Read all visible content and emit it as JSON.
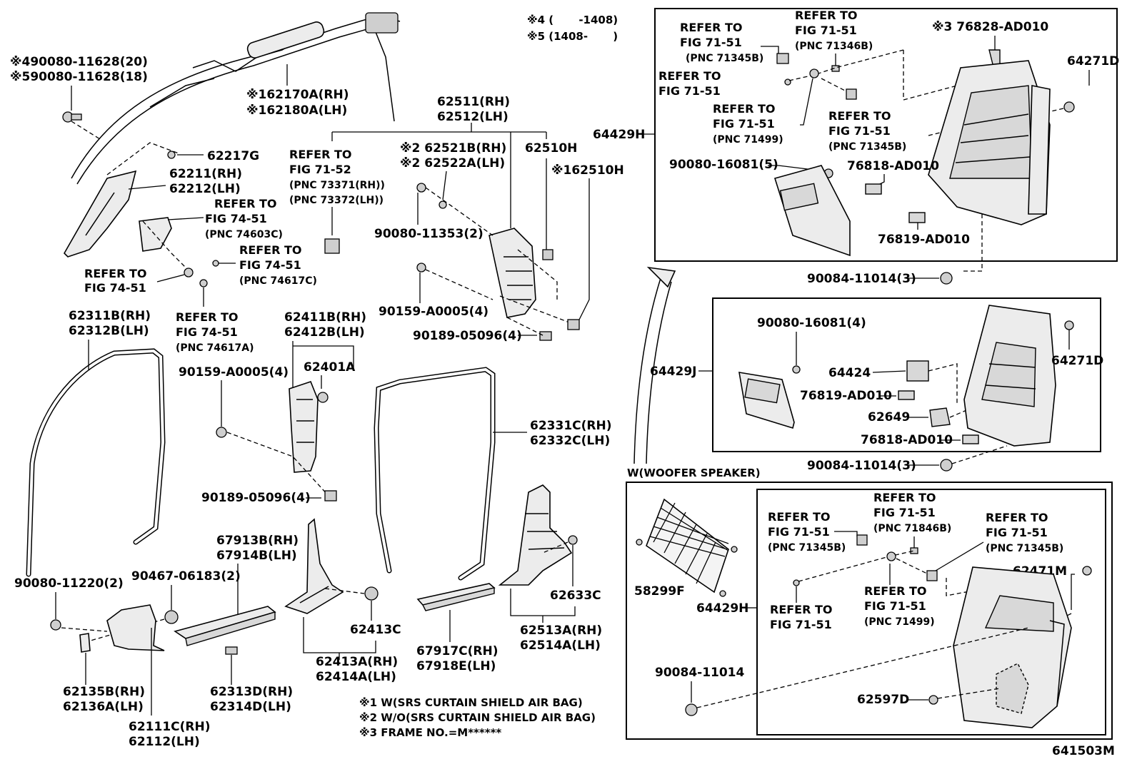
{
  "notes_top": {
    "n4": "※4 (　　 -1408)",
    "n5": "※5 (1408-　　 )"
  },
  "notes_bottom": {
    "n1": "※1 W(SRS CURTAIN SHIELD AIR BAG)",
    "n2": "※2 W/O(SRS CURTAIN SHIELD AIR BAG)",
    "n3": "※3 FRAME NO.=M******"
  },
  "figure_id": "641503M",
  "labels": {
    "l_90080_11628a": "※490080-11628(20)",
    "l_90080_11628b": "※590080-11628(18)",
    "l_62170": "※162170A(RH)",
    "l_62180": "※162180A(LH)",
    "l_62217g": "62217G",
    "l_62211": "62211(RH)",
    "l_62212": "62212(LH)",
    "l_62311": "62311B(RH)",
    "l_62312": "62312B(LH)",
    "l_62511": "62511(RH)",
    "l_62512": "62512(LH)",
    "l_62521": "※2 62521B(RH)",
    "l_62522": "※2 62522A(LH)",
    "l_62510h": "62510H",
    "l_62510h_1": "※162510H",
    "l_90080_11353": "90080-11353(2)",
    "l_90159_a0005_r": "90159-A0005(4)",
    "l_90189_05096_r": "90189-05096(4)",
    "l_62411": "62411B(RH)",
    "l_62412": "62412B(LH)",
    "l_62401a": "62401A",
    "l_90159_a0005_l": "90159-A0005(4)",
    "l_90189_05096_l": "90189-05096(4)",
    "l_62331": "62331C(RH)",
    "l_62332": "62332C(LH)",
    "l_90080_11220": "90080-11220(2)",
    "l_90467": "90467-06183(2)",
    "l_67913": "67913B(RH)",
    "l_67914": "67914B(LH)",
    "l_62135": "62135B(RH)",
    "l_62136": "62136A(LH)",
    "l_62111": "62111C(RH)",
    "l_62112": "62112(LH)",
    "l_62313": "62313D(RH)",
    "l_62314": "62314D(LH)",
    "l_62413c": "62413C",
    "l_62413a": "62413A(RH)",
    "l_62414a": "62414A(LH)",
    "l_67917": "67917C(RH)",
    "l_67918": "67918E(LH)",
    "l_62633c": "62633C",
    "l_62513": "62513A(RH)",
    "l_62514": "62514A(LH)",
    "l_64429h_top": "64429H",
    "l_76828": "※3 76828-AD010",
    "l_64271d_top": "64271D",
    "l_90080_16081_5": "90080-16081(5)",
    "l_76818_top": "76818-AD010",
    "l_76819_top": "76819-AD010",
    "l_90084_11014_3a": "90084-11014(3)",
    "l_90080_16081_4": "90080-16081(4)",
    "l_64271d_mid": "64271D",
    "l_64429j": "64429J",
    "l_64424": "64424",
    "l_76819_mid": "76819-AD010",
    "l_62649": "62649",
    "l_76818_mid": "76818-AD010",
    "l_90084_11014_3b": "90084-11014(3)",
    "l_woofer": "W(WOOFER SPEAKER)",
    "l_58299f": "58299F",
    "l_64429h_bot": "64429H",
    "l_62471m": "62471M",
    "l_90084_11014": "90084-11014",
    "l_62597d": "62597D"
  },
  "refers": {
    "r_7451_a": [
      "REFER TO",
      "FIG 74-51",
      "(PNC 74603C)"
    ],
    "r_7451_b": [
      "REFER TO",
      "FIG 74-51",
      "(PNC 74617C)"
    ],
    "r_7451_c": [
      "REFER TO",
      "FIG 74-51"
    ],
    "r_7451_d": [
      "REFER TO",
      "FIG 74-51",
      "(PNC 74617A)"
    ],
    "r_7152": [
      "REFER TO",
      "FIG 71-52",
      "(PNC 73371(RH))",
      "(PNC 73372(LH))"
    ],
    "t_a": [
      "REFER TO",
      "FIG 71-51",
      "(PNC 71345B)"
    ],
    "t_b": [
      "REFER TO",
      "FIG 71-51",
      "(PNC 71346B)"
    ],
    "t_c": [
      "REFER TO",
      "FIG 71-51"
    ],
    "t_d": [
      "REFER TO",
      "FIG 71-51",
      "(PNC 71499)"
    ],
    "t_e": [
      "REFER TO",
      "FIG 71-51",
      "(PNC 71345B)"
    ],
    "w_a": [
      "REFER TO",
      "FIG 71-51",
      "(PNC 71345B)"
    ],
    "w_b": [
      "REFER TO",
      "FIG 71-51",
      "(PNC 71846B)"
    ],
    "w_c": [
      "REFER TO",
      "FIG 71-51",
      "(PNC 71345B)"
    ],
    "w_d": [
      "REFER TO",
      "FIG 71-51"
    ],
    "w_e": [
      "REFER TO",
      "FIG 71-51",
      "(PNC 71499)"
    ]
  }
}
